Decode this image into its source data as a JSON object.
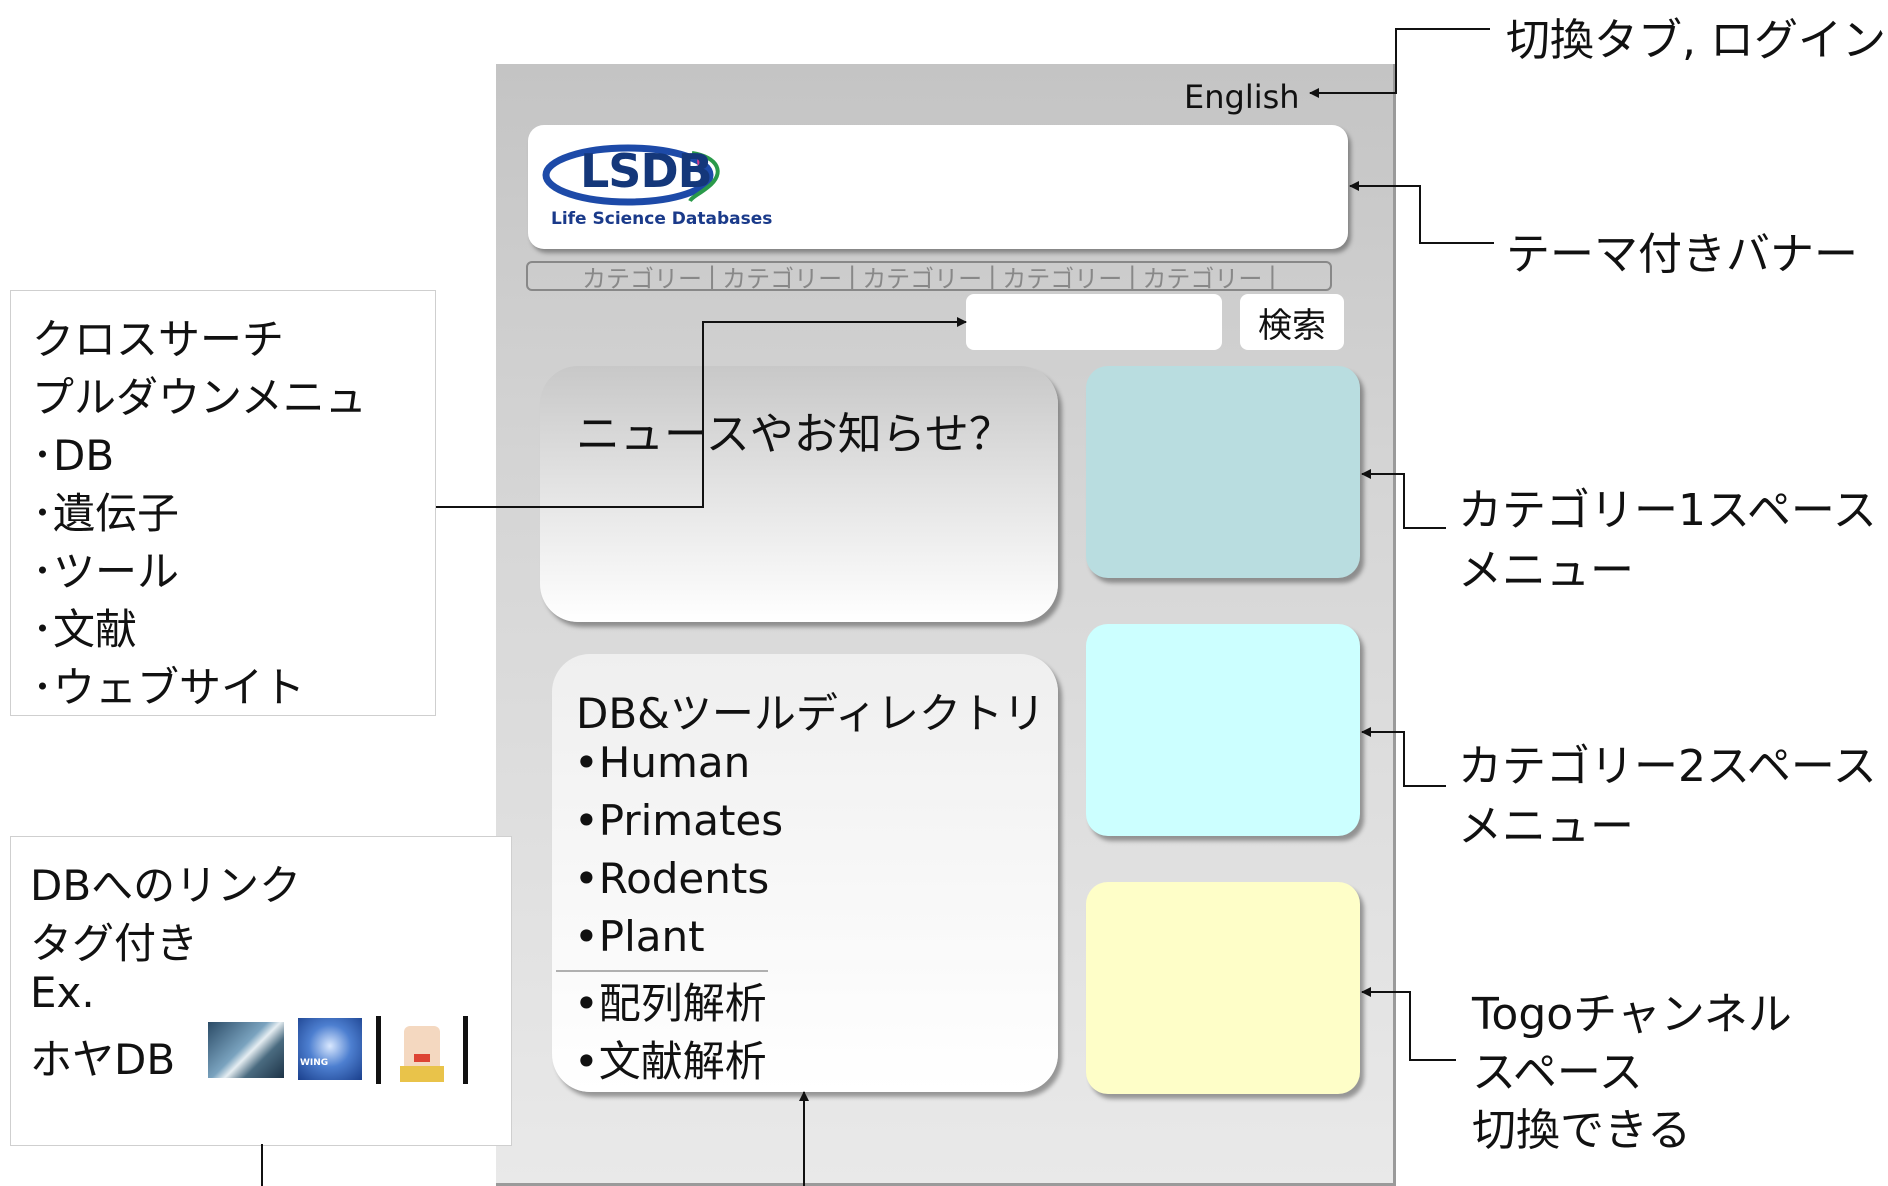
{
  "mockup": {
    "lang_link": "English",
    "banner": {
      "logo_text": "LSDB",
      "logo_subtitle": "Life Science Databases"
    },
    "category_nav": [
      "カテゴリー",
      "カテゴリー",
      "カテゴリー",
      "カテゴリー",
      "カテゴリー"
    ],
    "search_button": "検索",
    "news_title": "ニュースやお知らせ？",
    "directory": {
      "title": "DB&ツールディレクトリ",
      "items": [
        "•Human",
        "•Primates",
        "•Rodents",
        "•Plant",
        "•配列解析",
        "•文献解析"
      ]
    },
    "colors": {
      "cat1_space": "#b9dde0",
      "cat2_space": "#ccffff",
      "togo_space": "#fefec8"
    }
  },
  "callouts": {
    "search_box": [
      "クロスサーチ",
      "プルダウンメニュ",
      "･DB",
      "･遺伝子",
      "･ツール",
      "･文献",
      "･ウェブサイト"
    ],
    "links_box": [
      "DBへのリンク",
      "タグ付き",
      "Ex.",
      "ホヤDB"
    ],
    "links_thumb_label": "WING"
  },
  "annotations": {
    "tab_login": "切換タブ, ログイン",
    "banner": "テーマ付きバナー",
    "cat1_line1": "カテゴリー1スペース",
    "cat1_line2": "メニュー",
    "cat2_line1": "カテゴリー2スペース",
    "cat2_line2": "メニュー",
    "togo_line1": "Togoチャンネル",
    "togo_line2": "スペース",
    "togo_line3": "切換できる"
  }
}
